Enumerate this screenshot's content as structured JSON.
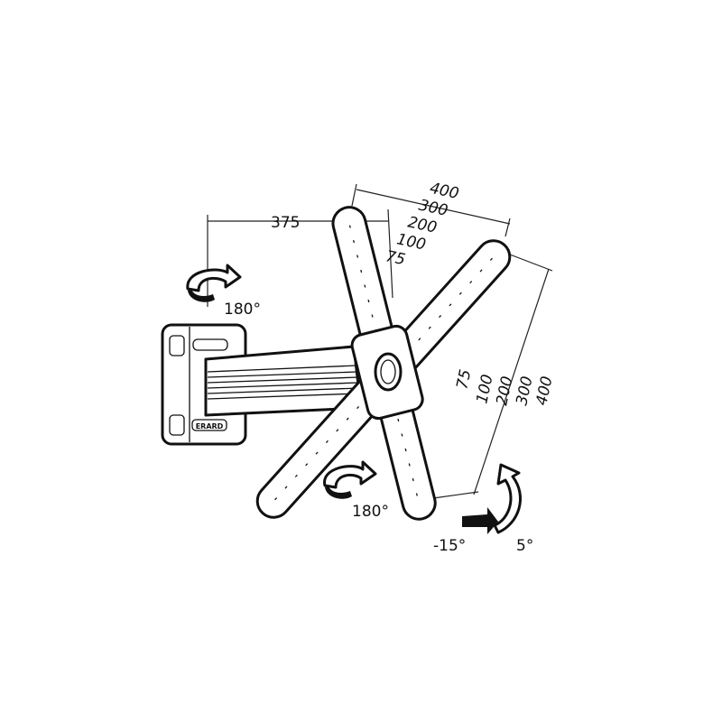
{
  "diagram": {
    "logo": "ERARD",
    "arm_length": "375",
    "swivel_top": "180°",
    "swivel_bottom": "180°",
    "vesa_horizontal": [
      "400",
      "300",
      "200",
      "100",
      "75"
    ],
    "vesa_vertical": [
      "75",
      "100",
      "200",
      "300",
      "400"
    ],
    "tilt_down": "-15°",
    "tilt_up": "5°"
  }
}
